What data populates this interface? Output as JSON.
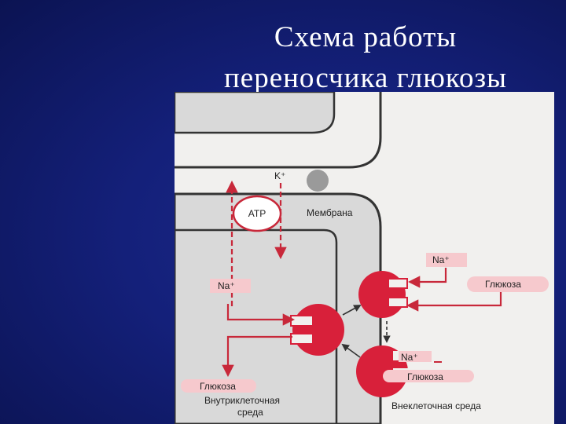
{
  "slide": {
    "title_line1": "Схема работы",
    "title_line2": "переносчика глюкозы"
  },
  "diagram": {
    "k_ion": "K⁺",
    "atp": "АТР",
    "membrane": "Мембрана",
    "na_inner": "Na⁺",
    "na_outer_top": "Na⁺",
    "glucose_outer_top": "Глюкоза",
    "na_outer_bottom": "Na⁺",
    "glucose_outer_bottom": "Глюкоза",
    "glucose_inner": "Глюкоза",
    "intracellular_line1": "Внутриклеточная",
    "intracellular_line2": "среда",
    "extracellular": "Внеклеточная среда"
  },
  "colors": {
    "arrow_red": "#c8283a",
    "transporter_red": "#d8203a",
    "label_pink": "#f6c9cd",
    "cell_gray": "#d9d9d9",
    "k_ion_gray": "#9a9a9a"
  }
}
